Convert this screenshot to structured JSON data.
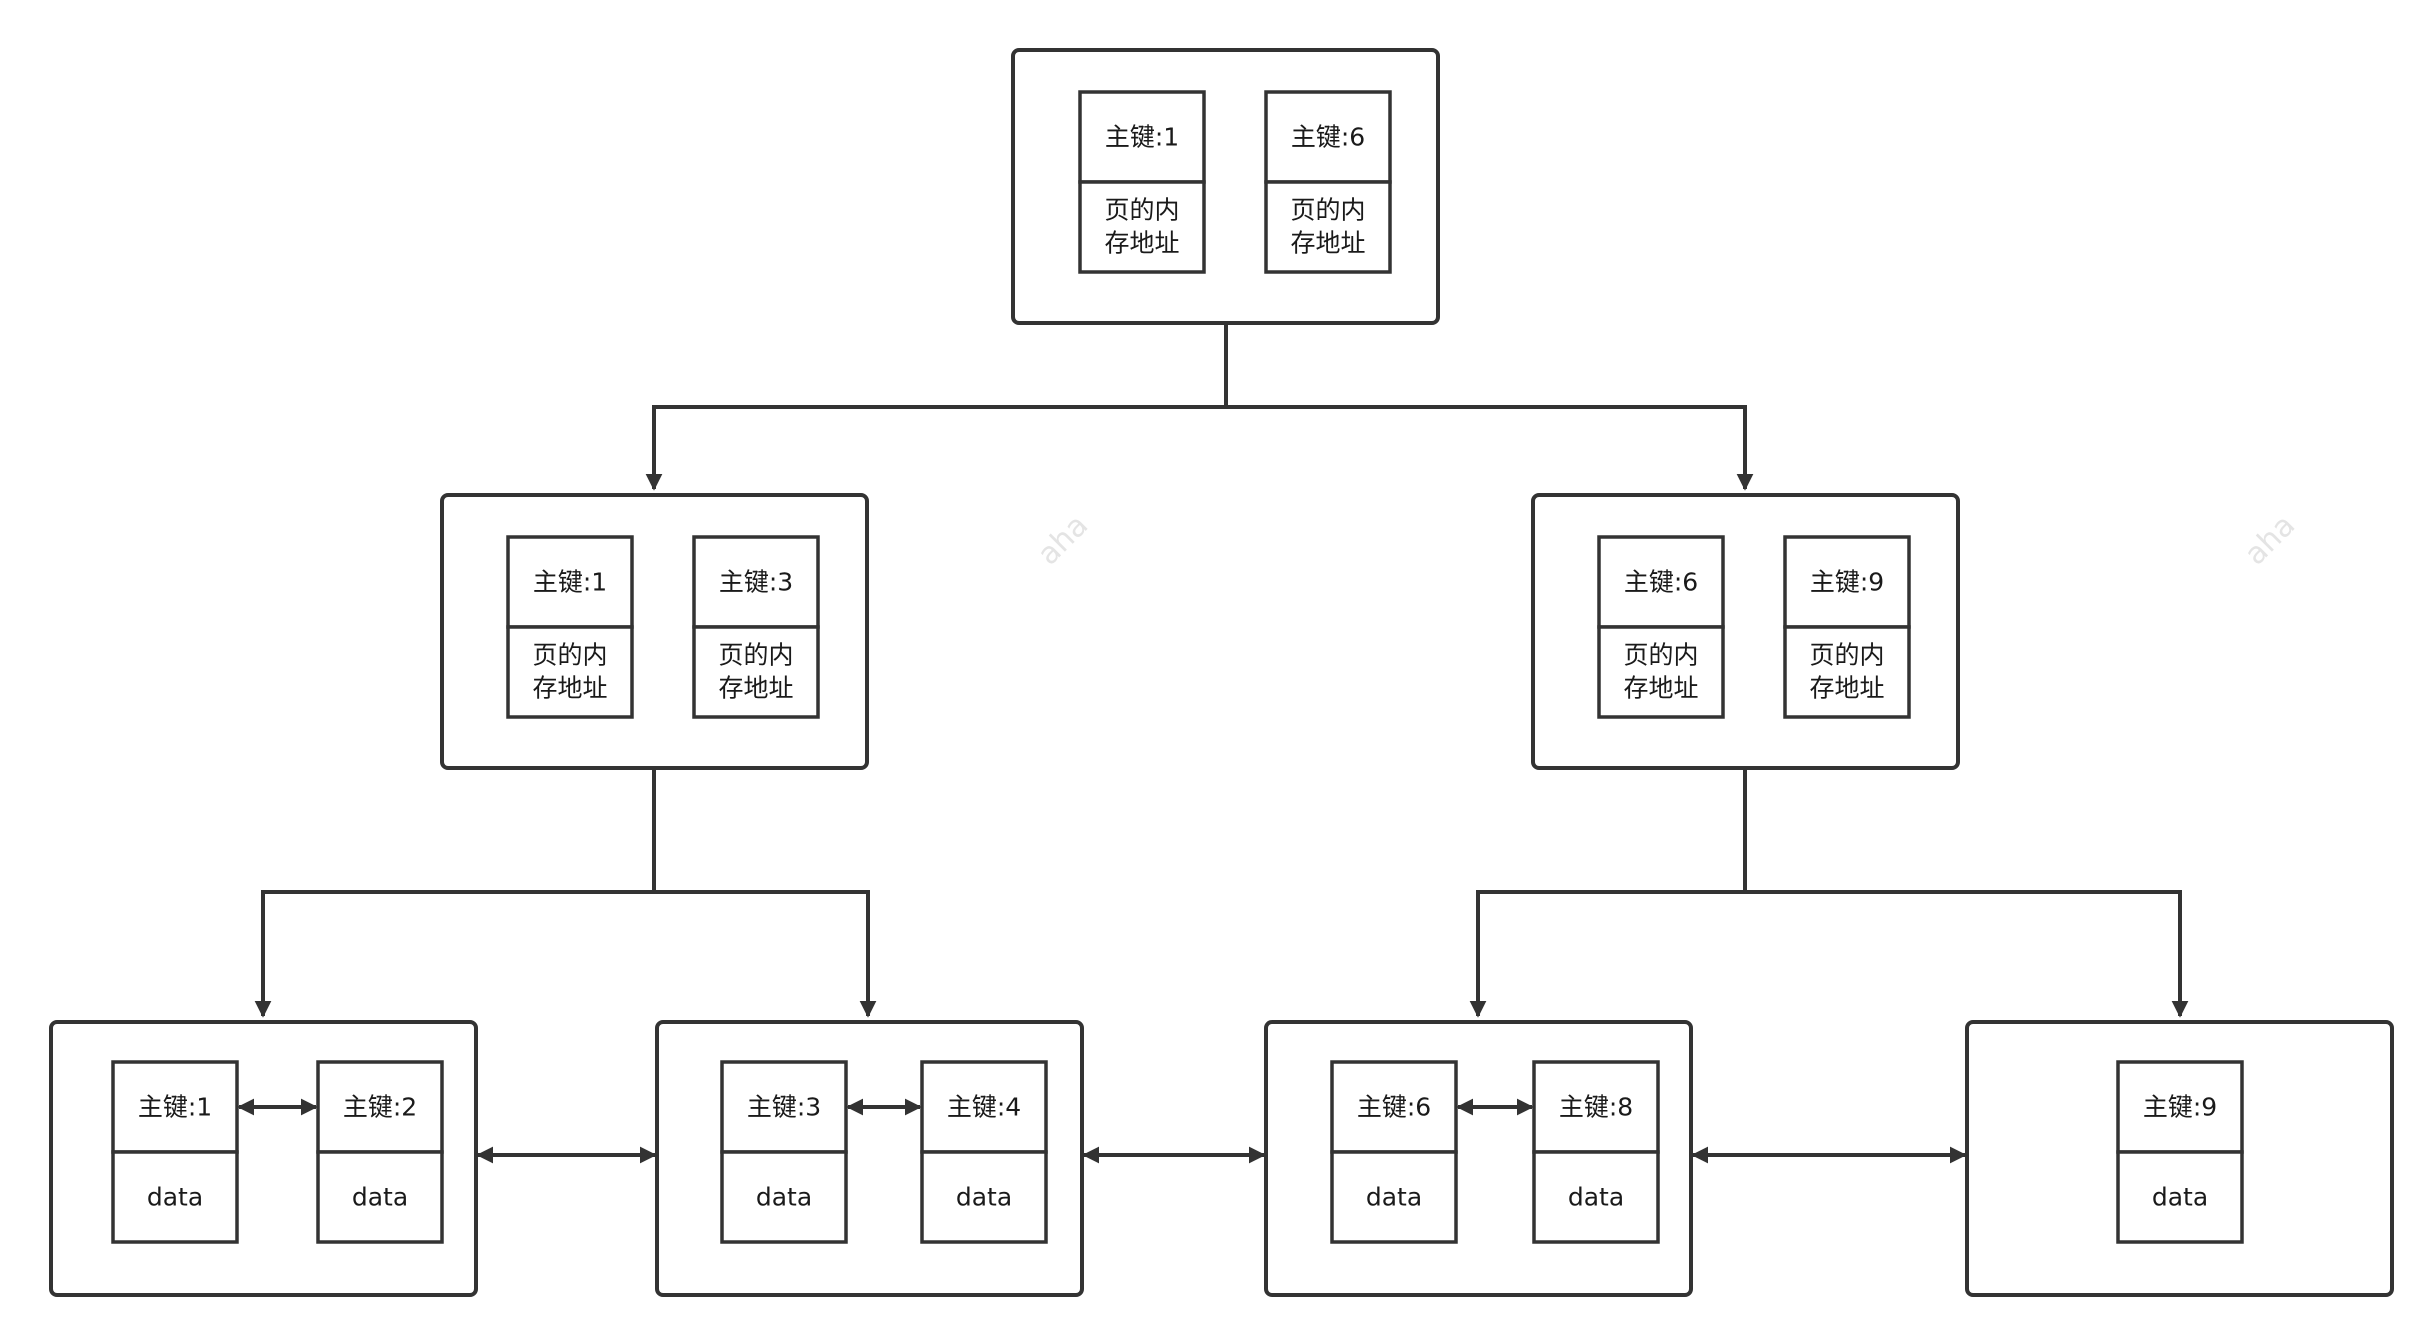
{
  "root": {
    "entries": [
      {
        "key": "主键:1",
        "pointer": [
          "页的内",
          "存地址"
        ]
      },
      {
        "key": "主键:6",
        "pointer": [
          "页的内",
          "存地址"
        ]
      }
    ]
  },
  "internal": [
    {
      "entries": [
        {
          "key": "主键:1",
          "pointer": [
            "页的内",
            "存地址"
          ]
        },
        {
          "key": "主键:3",
          "pointer": [
            "页的内",
            "存地址"
          ]
        }
      ]
    },
    {
      "entries": [
        {
          "key": "主键:6",
          "pointer": [
            "页的内",
            "存地址"
          ]
        },
        {
          "key": "主键:9",
          "pointer": [
            "页的内",
            "存地址"
          ]
        }
      ]
    }
  ],
  "leaves": [
    {
      "entries": [
        {
          "key": "主键:1",
          "value": "data"
        },
        {
          "key": "主键:2",
          "value": "data"
        }
      ]
    },
    {
      "entries": [
        {
          "key": "主键:3",
          "value": "data"
        },
        {
          "key": "主键:4",
          "value": "data"
        }
      ]
    },
    {
      "entries": [
        {
          "key": "主键:6",
          "value": "data"
        },
        {
          "key": "主键:8",
          "value": "data"
        }
      ]
    },
    {
      "entries": [
        {
          "key": "主键:9",
          "value": "data"
        }
      ]
    }
  ],
  "watermark": [
    "aha",
    "aha"
  ]
}
